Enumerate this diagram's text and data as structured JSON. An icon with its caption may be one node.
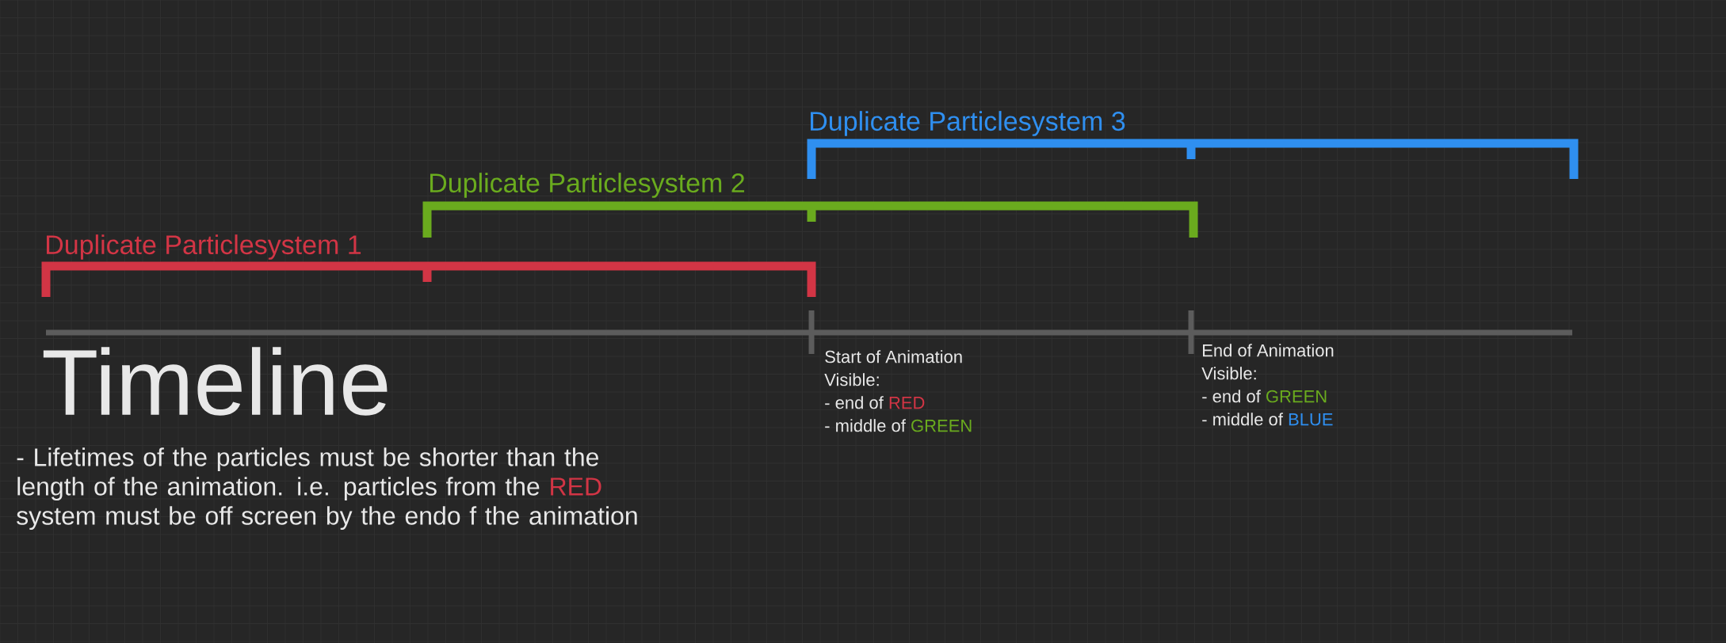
{
  "diagram": {
    "title": "Timeline",
    "labels": [
      "Duplicate Particlesystem 3",
      "Duplicate Particlesystem 2",
      "Duplicate Particlesystem 1",
      "- Lifetimes of the particles must be shorter than the length of the animation. i.e. particles from the",
      "RED",
      "system must be off screen by the endo f the animation",
      "Start of Animation",
      "Visible:",
      "- end of",
      "RED",
      "- middle of",
      "GREEN",
      "End of Animation",
      "Visible:",
      "- end of",
      "GREEN",
      "- middle of",
      "BLUE"
    ]
  }
}
